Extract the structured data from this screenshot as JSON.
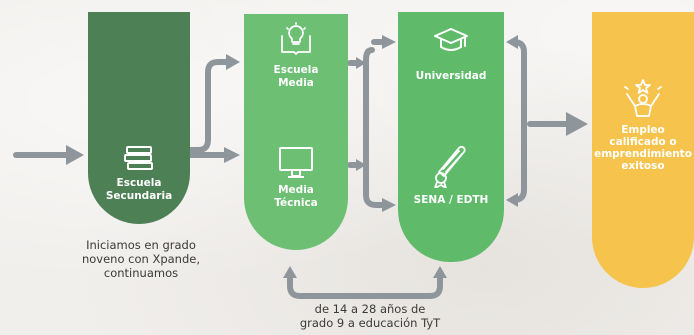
{
  "colors": {
    "dark_green": "#4d8055",
    "green": "#6cbf73",
    "green2": "#5fbb6a",
    "yellow": "#f6c34d",
    "arrow_gray": "#8f969b",
    "text_dark": "#3a3a3a"
  },
  "nodes": {
    "secundaria": {
      "line1": "Escuela",
      "line2": "Secundaria",
      "icon": "books-icon"
    },
    "escuela_media": {
      "line1": "Escuela",
      "line2": "Media",
      "icon": "lightbulb-book-icon"
    },
    "media_tecnica": {
      "line1": "Media",
      "line2": "Técnica",
      "icon": "monitor-icon"
    },
    "universidad": {
      "label": "Universidad",
      "icon": "graduation-cap-icon"
    },
    "sena": {
      "label": "SENA / EDTH",
      "icon": "diploma-icon"
    },
    "empleo": {
      "line1": "Empleo",
      "line2": "calificado o",
      "line3": "emprendimiento",
      "line4": "exitoso",
      "icon": "star-person-icon"
    }
  },
  "captions": {
    "start": {
      "line1": "Iniciamos en grado",
      "line2": "noveno con Xpande,",
      "line3": "continuamos"
    },
    "range": {
      "line1": "de 14 a 28 años de",
      "line2": "grado 9 a educación TyT"
    }
  }
}
